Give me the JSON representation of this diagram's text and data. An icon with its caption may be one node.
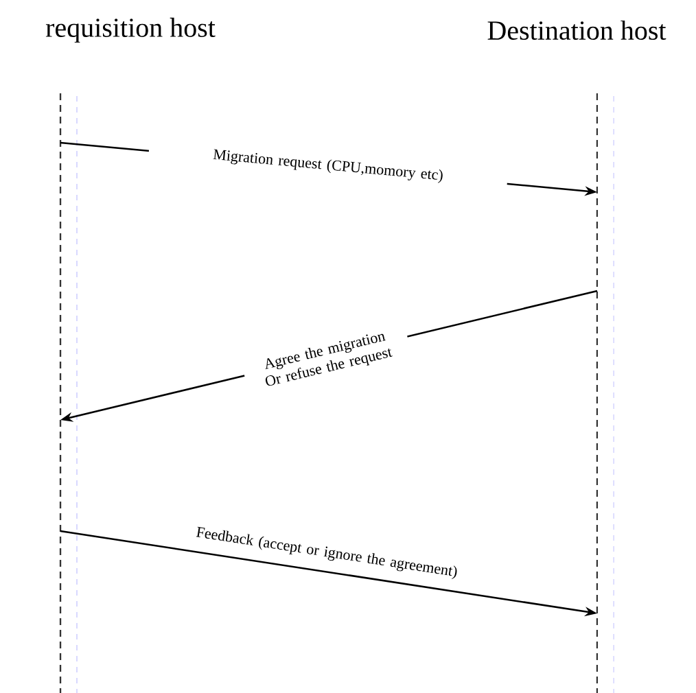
{
  "diagram": {
    "nodes": [
      {
        "text": [
          "requisition host"
        ]
      },
      {
        "text": [
          "Destination host"
        ]
      }
    ],
    "edges": [
      {
        "from": 0,
        "to": 1,
        "arrow": "to",
        "label": "Migration request (CPU,momory etc)"
      },
      {
        "from": 1,
        "to": 0,
        "arrow": "to",
        "label": "Agree the migration Or refuse the request"
      },
      {
        "from": 0,
        "to": 1,
        "arrow": "to",
        "label": "Feedback (accept or ignore the agreement)"
      }
    ]
  }
}
